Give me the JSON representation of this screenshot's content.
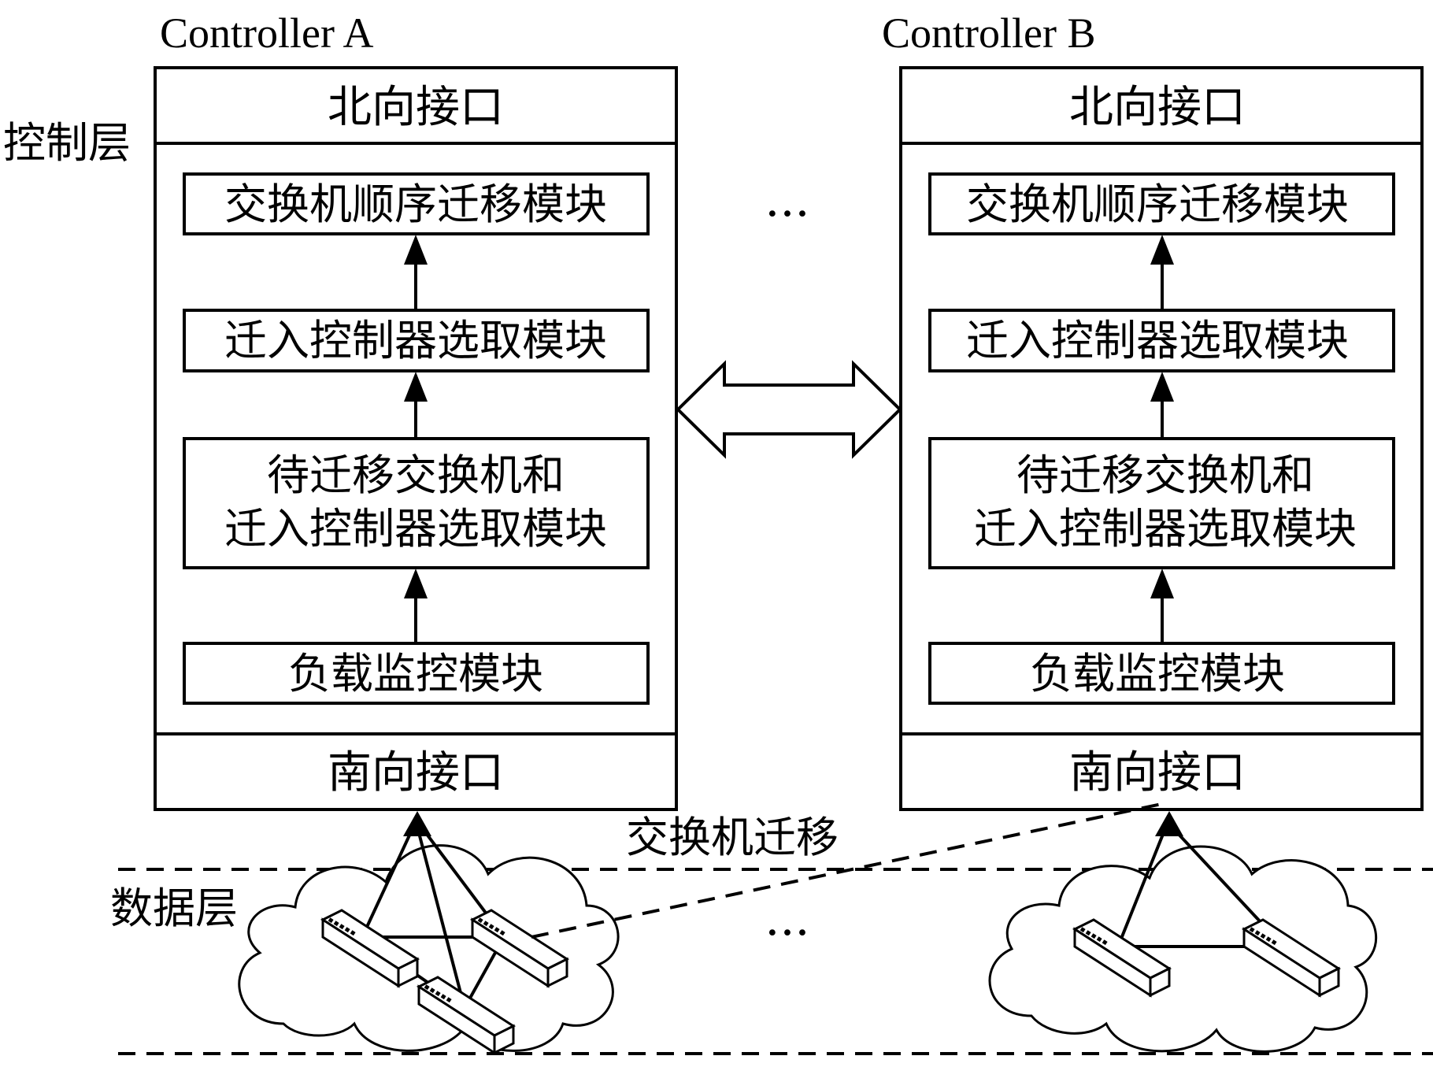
{
  "layers": {
    "control": "控制层",
    "data": "数据层"
  },
  "controllers": [
    {
      "title": "Controller A",
      "north": "北向接口",
      "south": "南向接口",
      "modules": {
        "switch_order": "交换机顺序迁移模块",
        "target_select": "迁入控制器选取模块",
        "pair_select_1": "待迁移交换机和",
        "pair_select_2": "迁入控制器选取模块",
        "load_monitor": "负载监控模块"
      }
    },
    {
      "title": "Controller B",
      "north": "北向接口",
      "south": "南向接口",
      "modules": {
        "switch_order": "交换机顺序迁移模块",
        "target_select": "迁入控制器选取模块",
        "pair_select_1": "待迁移交换机和",
        "pair_select_2": "迁入控制器选取模块",
        "load_monitor": "负载监控模块"
      }
    }
  ],
  "ellipsis_top": "···",
  "ellipsis_bottom": "···",
  "migration_label": "交换机迁移"
}
